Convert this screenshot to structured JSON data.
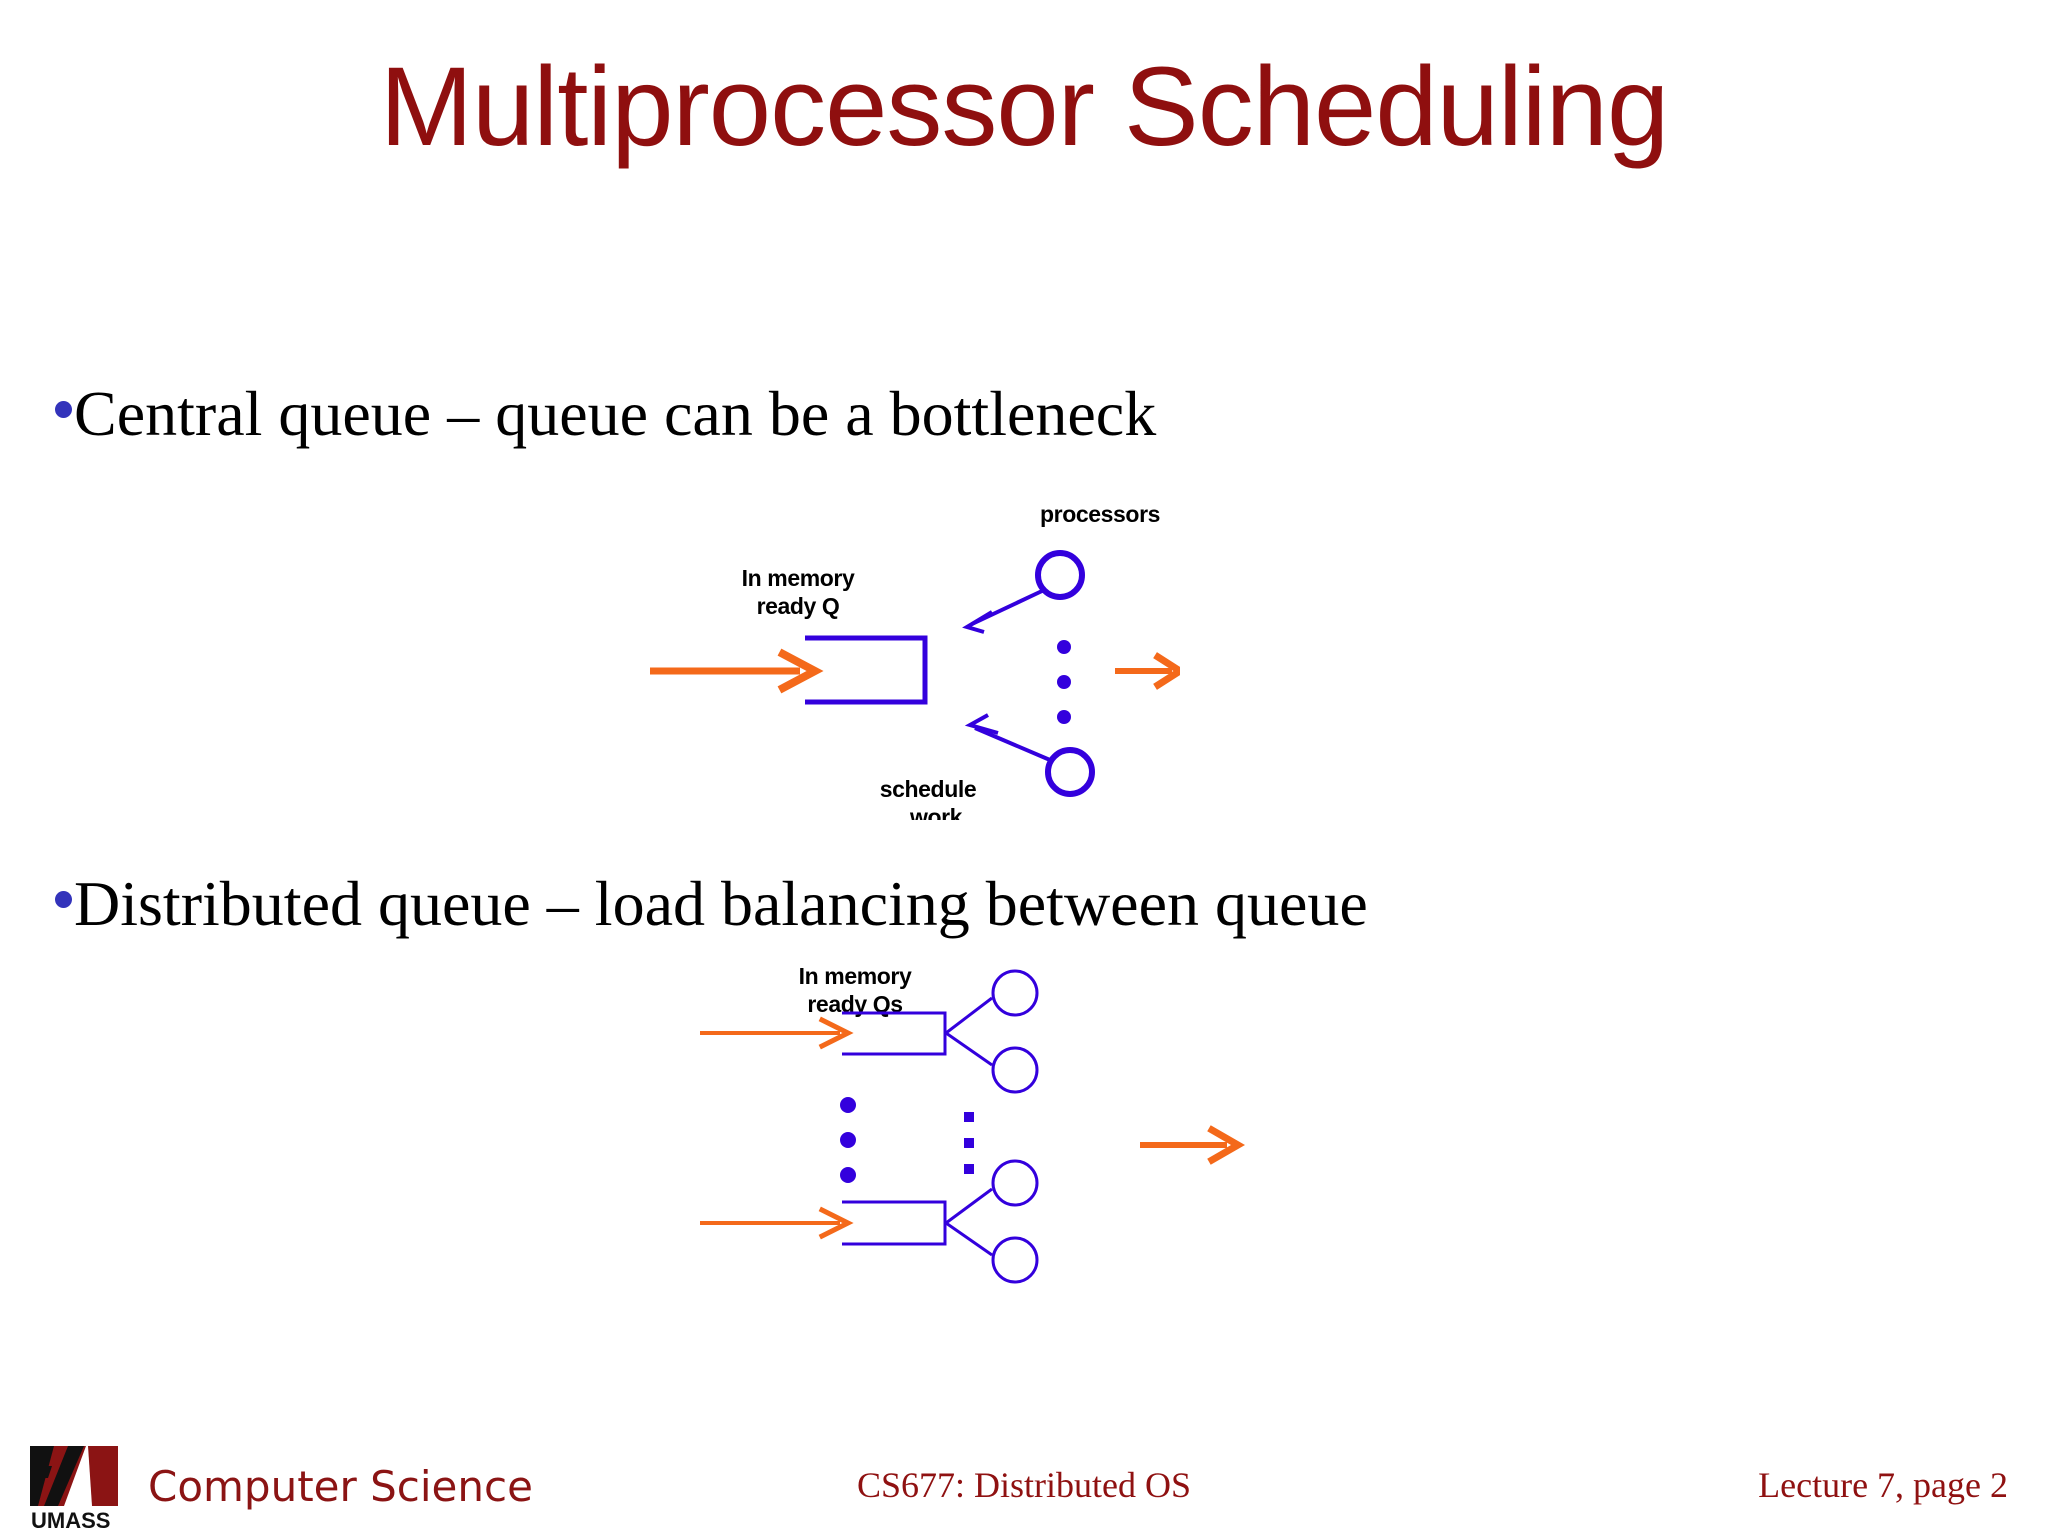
{
  "slide": {
    "title": "Multiprocessor Scheduling",
    "title_color": "#8f0f0f",
    "background": "#ffffff",
    "bullet_color": "#3333bb"
  },
  "bullets": [
    {
      "text": "Central queue – queue can be a bottleneck"
    },
    {
      "text": "Distributed queue – load balancing between queue"
    }
  ],
  "diagrams": {
    "central": {
      "name": "central-queue-diagram",
      "queue_label_line1": "In memory",
      "queue_label_line2": "ready Q",
      "processors_label": "processors",
      "schedule_label_line1": "schedule",
      "schedule_label_line2": "work",
      "queue_color": "#3300dd",
      "flow_color": "#f4691a",
      "processor_count_shown": 2,
      "ellipsis_dots": 3
    },
    "distributed": {
      "name": "distributed-queue-diagram",
      "queue_label_line1": "In memory",
      "queue_label_line2": "ready Qs",
      "queue_color": "#3300dd",
      "flow_color": "#f4691a",
      "queues_shown": 2,
      "processors_per_queue": 2,
      "ellipsis_dots": 3
    }
  },
  "footer": {
    "logo_text": "UMASS",
    "department": "Computer Science",
    "course": "CS677: Distributed OS",
    "page": "Lecture 7, page 2",
    "text_color": "#8f1111"
  }
}
